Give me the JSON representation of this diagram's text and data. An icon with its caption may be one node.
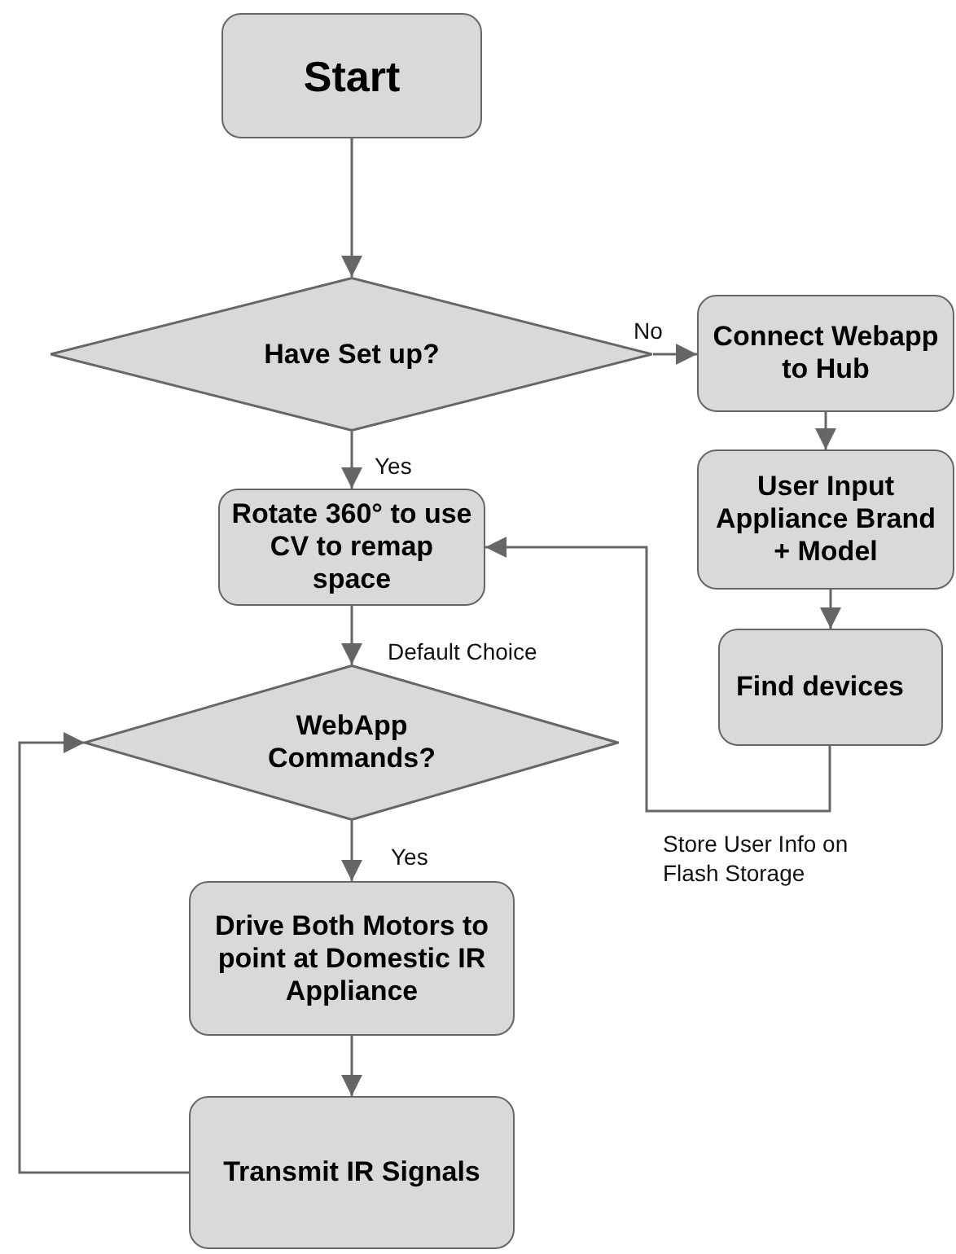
{
  "diagram": {
    "nodes": [
      {
        "text": [
          "Start"
        ]
      },
      {
        "text": [
          "Have Set up?"
        ]
      },
      {
        "text": [
          "Connect Webapp to Hub"
        ]
      },
      {
        "text": [
          "User Input Appliance Brand + Model"
        ]
      },
      {
        "text": [
          "Find devices"
        ]
      },
      {
        "text": [
          "Rotate 360° to use CV to remap space"
        ]
      },
      {
        "text": [
          "WebApp Commands?"
        ]
      },
      {
        "text": [
          "Drive Both Motors to point at Domestic IR Appliance"
        ]
      },
      {
        "text": [
          "Transmit IR Signals"
        ]
      }
    ],
    "edges": [
      {
        "from": 0,
        "to": 1,
        "arrow": "to"
      },
      {
        "from": 1,
        "to": 2,
        "arrow": "to",
        "label": "No"
      },
      {
        "from": 2,
        "to": 3,
        "arrow": "to"
      },
      {
        "from": 3,
        "to": 4,
        "arrow": "to"
      },
      {
        "from": 1,
        "to": 5,
        "arrow": "to",
        "label": "Yes"
      },
      {
        "from": 4,
        "to": 5,
        "arrow": "to",
        "label": "Store User Info on Flash Storage"
      },
      {
        "from": 5,
        "to": 6,
        "arrow": "to",
        "label": "Default Choice"
      },
      {
        "from": 6,
        "to": 7,
        "arrow": "to",
        "label": "Yes"
      },
      {
        "from": 7,
        "to": 8,
        "arrow": "to"
      },
      {
        "from": 8,
        "to": 6,
        "arrow": "to"
      }
    ]
  }
}
